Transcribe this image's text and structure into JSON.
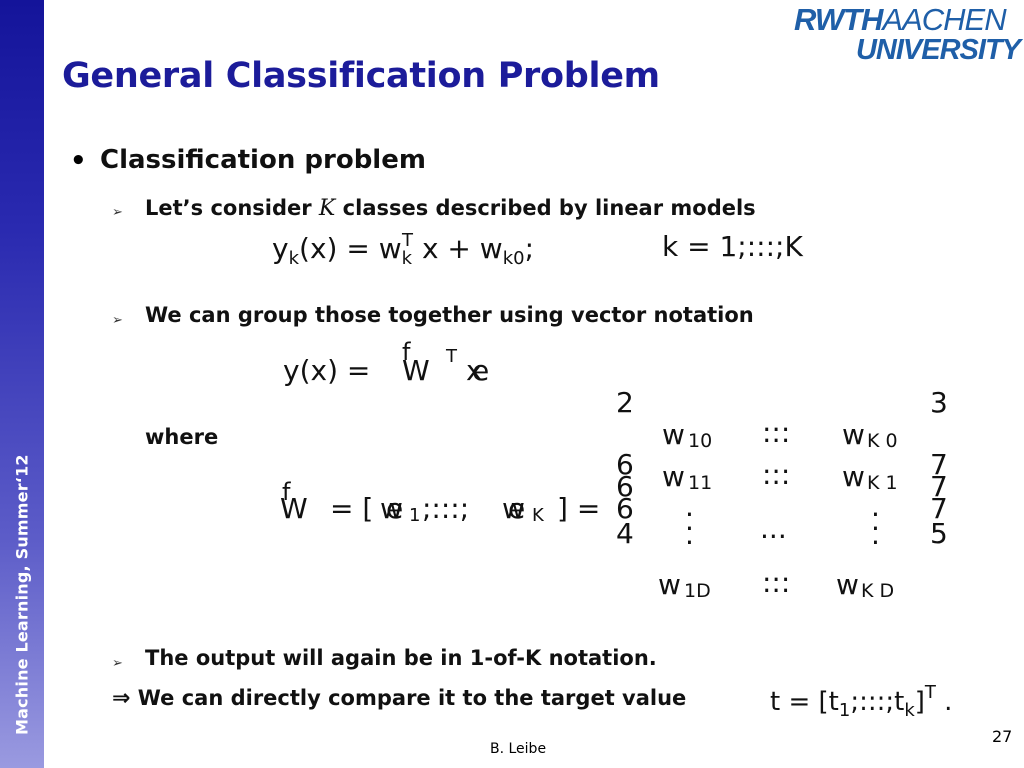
{
  "logo": {
    "line1_a": "RWTH",
    "line1_b": "AACHEN",
    "line2": "UNIVERSITY"
  },
  "sidebar": {
    "text": "Machine Learning, Summer‘12"
  },
  "title": "General Classification Problem",
  "bullet": {
    "marker": "•",
    "text": "Classification problem"
  },
  "items": [
    {
      "marker": "➢",
      "text_a": "Let’s consider ",
      "var": "K",
      "text_b": " classes described by linear models"
    },
    {
      "marker": "➢",
      "text": "We can group those together using vector notation"
    },
    {
      "label": "where"
    },
    {
      "marker": "➢",
      "text": "The output will again be in 1-of-K notation."
    },
    {
      "arrow": "⇒",
      "text": "We can directly compare it to the target value"
    }
  ],
  "eq1": {
    "y": "y",
    "y_sub": "k",
    "lhs_rest": "(x) = ",
    "w": "w",
    "w_sub": "k",
    "w_sup": "T",
    "mid": " x + w",
    "mid_sub": "k0",
    "tail": ";",
    "range": "k = 1;:::;K"
  },
  "eq2": {
    "lhs": "y(x) = ",
    "W": "W",
    "tilde": "f",
    "sup": "T",
    "x": "x",
    "e": "e"
  },
  "eq3": {
    "W": "W",
    "tilde": "f",
    "eq": "= [",
    "w1": "w",
    "w1e": "e",
    "sub1": "1",
    "dots": ";:::;",
    "wK": "w",
    "wKe": "e",
    "subK": "K",
    "close": "] =",
    "bracket_left": [
      "2",
      "6",
      "6",
      "6",
      "4"
    ],
    "bracket_right": [
      "3",
      "7",
      "7",
      "7",
      "5"
    ],
    "matrix": {
      "r1": [
        "w",
        "10",
        ":::",
        "w",
        "K 0"
      ],
      "r2": [
        "w",
        "11",
        ":::",
        "w",
        "K 1"
      ],
      "r3": [
        ".",
        ".",
        ".",
        "."
      ],
      "r4": [
        "w",
        "1D",
        ":::",
        "w",
        "K D"
      ]
    }
  },
  "eq4": {
    "t": "t = [t",
    "sub1": "1",
    "dots": ";:::;t",
    "subk": "k",
    "close": "]",
    "sup": "T",
    "period": " ."
  },
  "footer": {
    "author": "B. Leibe",
    "page": "27"
  },
  "colors": {
    "title": "#1c1c9a",
    "logo": "#1f5fa8",
    "sidebar_top": "#14149a",
    "sidebar_bottom": "#9a9ae0"
  }
}
